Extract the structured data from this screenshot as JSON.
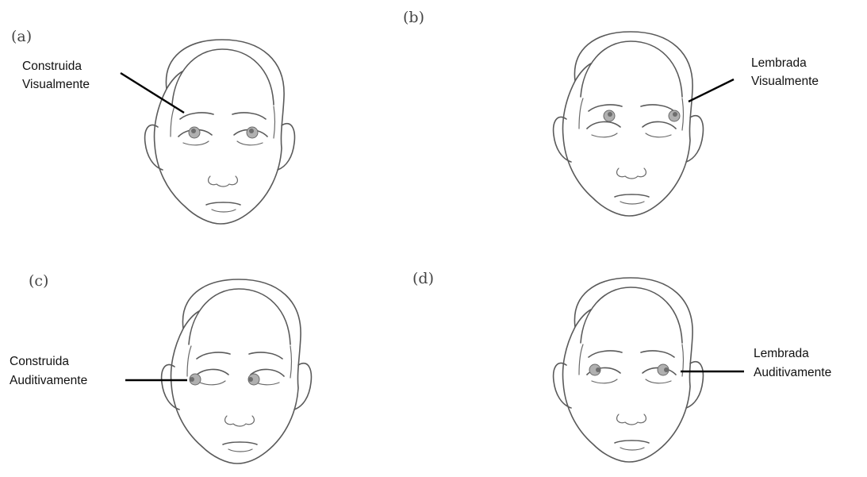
{
  "panels": [
    {
      "letter": "(a)",
      "callout": [
        "Construida",
        "Visualmente"
      ]
    },
    {
      "letter": "(b)",
      "callout": [
        "Lembrada",
        "Visualmente"
      ]
    },
    {
      "letter": "(c)",
      "callout": [
        "Construida",
        "Auditivamente"
      ]
    },
    {
      "letter": "(d)",
      "callout": [
        "Lembrada",
        "Auditivamente"
      ]
    }
  ],
  "gaze": [
    "up-left",
    "up-right",
    "side-left",
    "side-right"
  ]
}
